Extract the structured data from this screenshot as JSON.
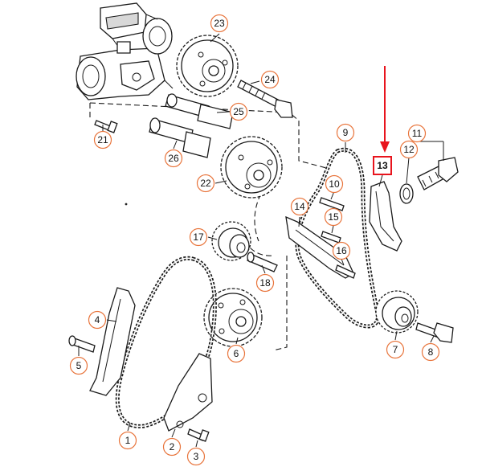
{
  "highlight": {
    "label": "13",
    "color": "#e8141d"
  },
  "callout_color": "#e8743b",
  "callouts": [
    {
      "id": "c1",
      "label": "1"
    },
    {
      "id": "c2",
      "label": "2"
    },
    {
      "id": "c3",
      "label": "3"
    },
    {
      "id": "c4",
      "label": "4"
    },
    {
      "id": "c5",
      "label": "5"
    },
    {
      "id": "c6",
      "label": "6"
    },
    {
      "id": "c7",
      "label": "7"
    },
    {
      "id": "c8",
      "label": "8"
    },
    {
      "id": "c9",
      "label": "9"
    },
    {
      "id": "c10",
      "label": "10"
    },
    {
      "id": "c11",
      "label": "11"
    },
    {
      "id": "c12",
      "label": "12"
    },
    {
      "id": "c14",
      "label": "14"
    },
    {
      "id": "c15",
      "label": "15"
    },
    {
      "id": "c16",
      "label": "16"
    },
    {
      "id": "c17",
      "label": "17"
    },
    {
      "id": "c18",
      "label": "18"
    },
    {
      "id": "c21",
      "label": "21"
    },
    {
      "id": "c22",
      "label": "22"
    },
    {
      "id": "c23",
      "label": "23"
    },
    {
      "id": "c24",
      "label": "24"
    },
    {
      "id": "c25",
      "label": "25"
    },
    {
      "id": "c26",
      "label": "26"
    }
  ]
}
